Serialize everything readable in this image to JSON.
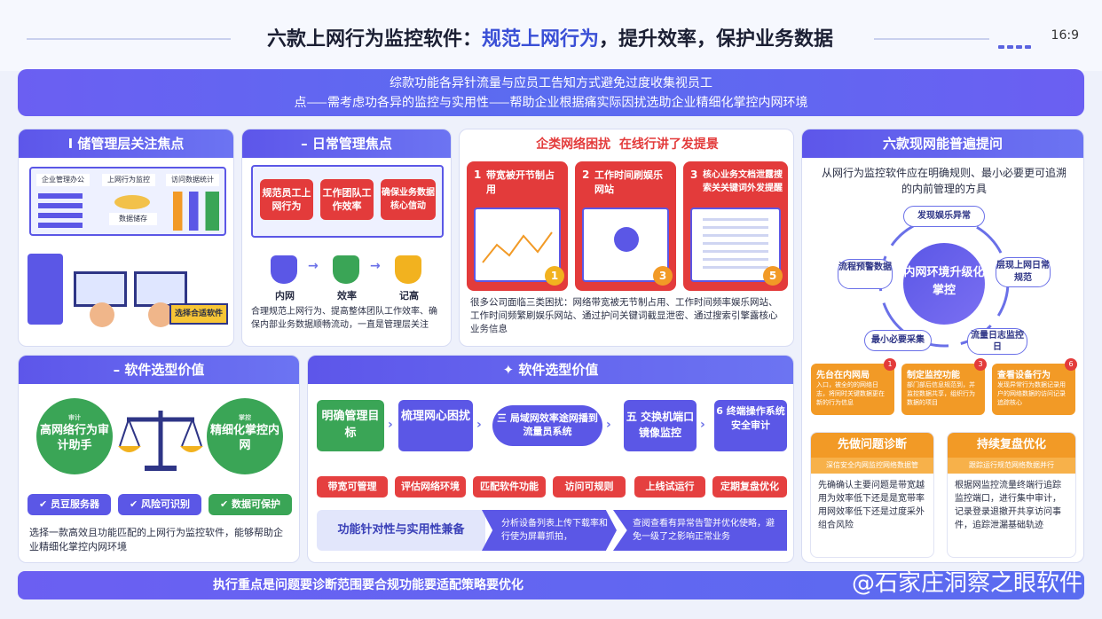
{
  "header": {
    "title_prefix": "六款上网行为监控软件：",
    "title_highlight": "规范上网行为",
    "title_suffix": "，提升效率，保护业务数据",
    "ratio": "16:9"
  },
  "banner": {
    "line1": "综款功能各异针流量与应员工告知方式避免过度收集视员工",
    "line2": "点⸺需考虑功各异的监控与实用性⸺帮助企业根据痛实际因扰选助企业精细化掌控内网环境"
  },
  "p1": {
    "title": "I  储管理层关注焦点",
    "screen_a": "企业管理办公",
    "screen_b": "上网行为监控",
    "screen_c": "访问数据统计",
    "disk": "数据储存",
    "badge": "选择合适软件"
  },
  "p2": {
    "title": "– 日常管理焦点",
    "cards": [
      "规范员工上网行为",
      "工作团队工作效率",
      "确保业务数据核心信动"
    ],
    "icons": [
      "内网",
      "效率",
      "记高"
    ],
    "desc": "合理规范上网行为、提高整体团队工作效率、确保内部业务数据顺畅流动，一直是管理层关注"
  },
  "p3": {
    "title_a": "企类网络困扰",
    "title_b": "在线行讲了发提景",
    "cols": [
      {
        "num": "1",
        "label": "带宽被开节制占用",
        "badge": "1"
      },
      {
        "num": "2",
        "label": "工作时间刷娱乐网站",
        "badge": "3"
      },
      {
        "num": "3",
        "label": "核心业务文档泄露搜索关关键词外发提醒",
        "badge": "5"
      }
    ],
    "desc": "很多公司面临三类困扰：网络带宽被无节制占用、工作时间频率娱乐网站、工作时间频繁刷娱乐网站、通过护问关键词截显泄密、通过搜索引擎露核心业务信息"
  },
  "p4": {
    "title": "六款现网能普遍提问",
    "desc": "从网行为监控软件应在明确规则、最小必要更可追溯的内前管理的方具",
    "center": "内网环境升级化掌控",
    "nodes": [
      "发现娱乐异常",
      "层现上网日常规范",
      "流量日志监控日",
      "最小必要采集",
      "流程预警数据"
    ],
    "cards": [
      {
        "n": "1",
        "t": "先台在内网局",
        "d": "入口，被全的的网络日志，将同时关键数据更在新的行为信息"
      },
      {
        "n": "3",
        "t": "制定监控功能",
        "d": "部门部后信息规范到，并监控数据共享，组织行为数据的项目"
      },
      {
        "n": "6",
        "t": "查看设备行为",
        "d": "发现异常行为数据记录用户的网络数据的访问记录追踪核心"
      }
    ]
  },
  "p5": {
    "title": "– 软件选型价值",
    "left": "高网络行为审计助手",
    "right": "精细化掌控内网",
    "left_small": "审计",
    "right_small": "掌控",
    "chips": [
      "员豆服务器",
      "风险可识别",
      "数据可保护"
    ],
    "desc": "选择一款高效且功能匹配的上网行为监控软件，能够帮助企业精细化掌控内网环境"
  },
  "p6": {
    "title": "软件选型价值",
    "steps": [
      "明确管理目标",
      "梳理网心困扰",
      "三  局域网效率途网播到流量员系统",
      "五  交换机端口镜像监控",
      "6  终端操作系统安全审计"
    ],
    "tags": [
      "带宽可管理",
      "评估网络环境",
      "匹配软件功能",
      "访问可规则",
      "上线试运行",
      "定期复盘优化"
    ],
    "bottom_left": "功能针对性与实用性兼备",
    "bottom_mid": "分析设备列表上传下载率和行使为屏幕抓拍，",
    "bottom_right": "查阅查看有异常告警并优化使略，避免一级了之影响正常业务"
  },
  "p7": {
    "a_title": "先做问题诊断",
    "a_sub": "深信安全内网监控网络数据管",
    "a_desc": "先确确认主要问题是带宽越用为效率低下还是是宽带率用网效率低下还是过度采外组合风险",
    "b_title": "持续复盘优化",
    "b_sub": "跟踪运行规范网络数据并行",
    "b_desc": "根据网监控流量终端行追踪监控端口，进行集中审计，记录登录退撤开共享访问事件，追踪泄漏基础轨迹"
  },
  "footer": {
    "text": "执行重点是问题要诊断范围要合规功能要适配策略要优化",
    "watermark": "@石家庄洞察之眼软件"
  }
}
